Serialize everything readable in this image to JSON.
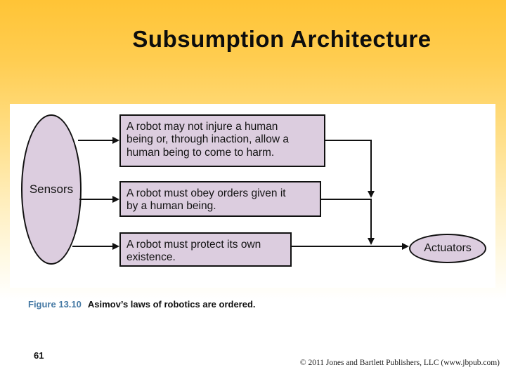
{
  "slide": {
    "title": "Subsumption Architecture",
    "page_number": "61",
    "copyright": "© 2011 Jones and Bartlett Publishers, LLC (www.jbpub.com)"
  },
  "caption": {
    "figure_label": "Figure 13.10",
    "text": "Asimov’s laws of robotics are ordered."
  },
  "diagram": {
    "sensors_label": "Sensors",
    "actuators_label": "Actuators",
    "laws": [
      {
        "full_text": "A robot may not injure a human being or, through inaction, allow a human being to come to harm.",
        "lines": [
          "A robot may not injure a human",
          "being or, through inaction, allow a",
          "human being to come to harm."
        ]
      },
      {
        "full_text": "A robot must obey orders given it by a human being.",
        "lines": [
          "A robot must obey orders given it",
          "by a human being."
        ]
      },
      {
        "full_text": "A robot must protect its own existence.",
        "lines": [
          "A robot must protect its own",
          "existence."
        ]
      }
    ]
  },
  "colors": {
    "figure_label_blue": "#4579A4",
    "node_fill": "#DCCDDF",
    "gradient_top": "#FFC436",
    "line_black": "#111111"
  }
}
